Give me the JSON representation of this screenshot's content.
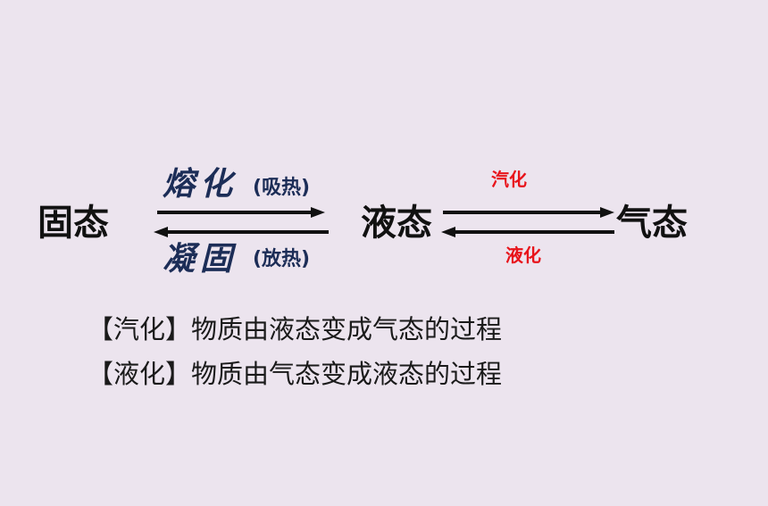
{
  "diagram": {
    "states": {
      "solid": "固态",
      "liquid": "液态",
      "gas": "气态"
    },
    "solid_liquid": {
      "forward_label": "熔化",
      "forward_note": "(吸热)",
      "backward_label": "凝固",
      "backward_note": "(放热)"
    },
    "liquid_gas": {
      "forward_label": "汽化",
      "backward_label": "液化"
    },
    "arrow_color": "#111111",
    "process_color": "#1c2d57",
    "highlight_color": "#e8141b"
  },
  "definitions": [
    {
      "term": "【汽化】",
      "text": "物质由液态变成气态的过程"
    },
    {
      "term": "【液化】",
      "text": "物质由气态变成液态的过程"
    }
  ]
}
